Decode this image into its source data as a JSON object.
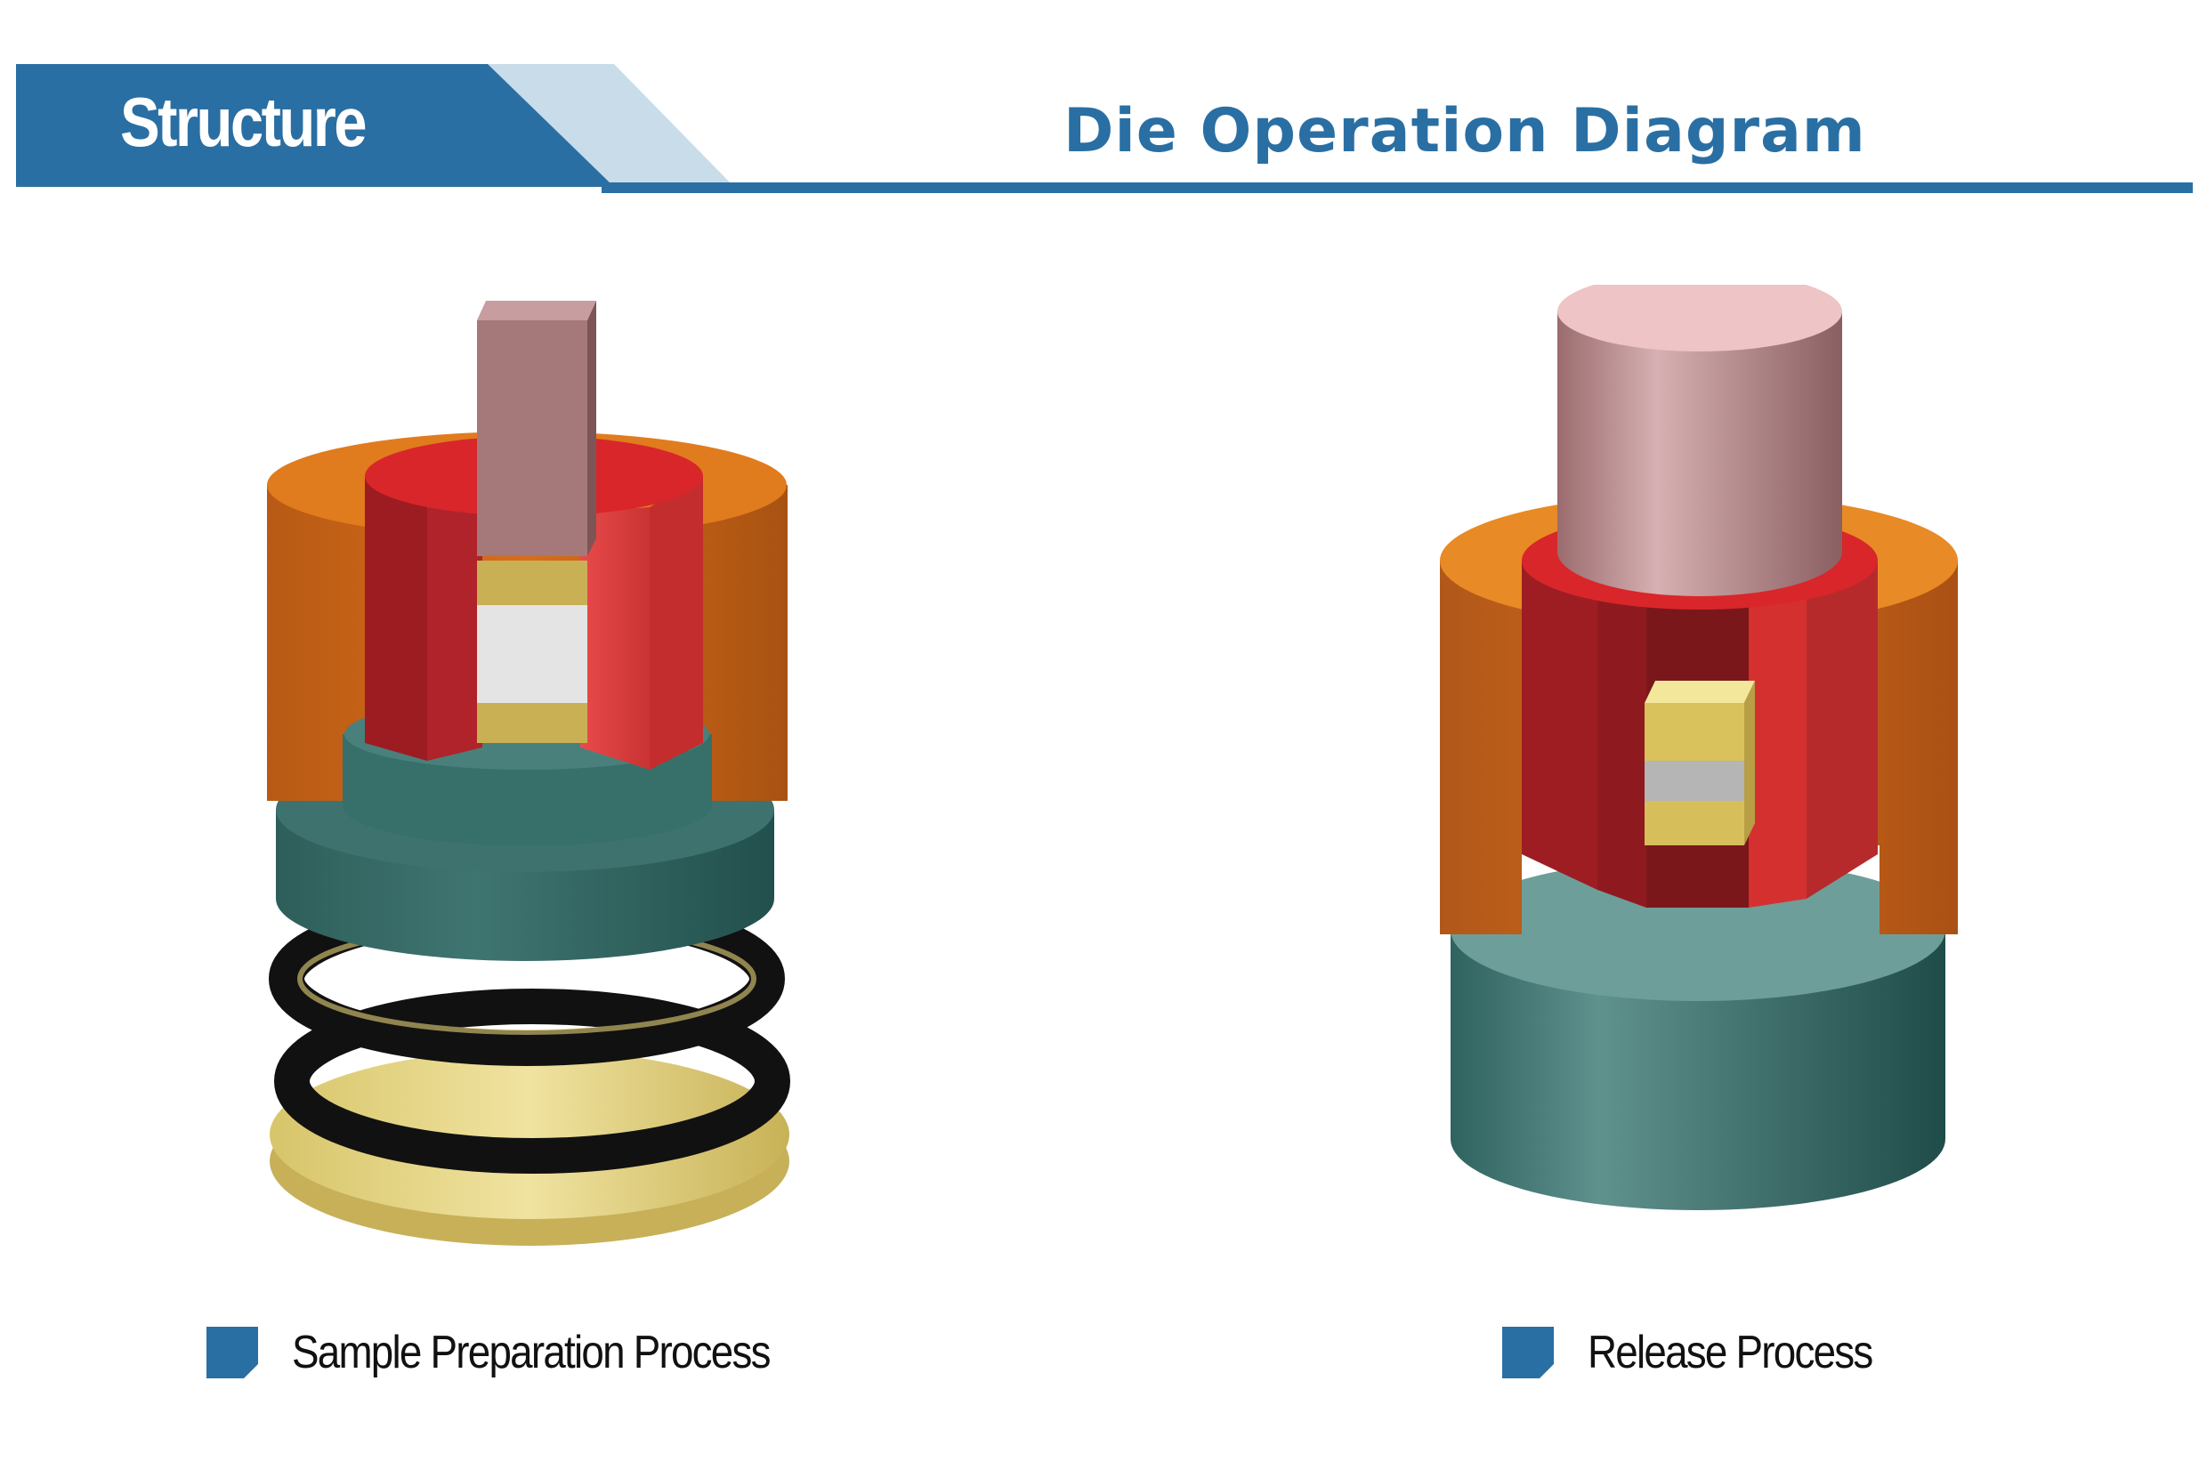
{
  "header": {
    "section_tag": "Structure",
    "title": "Die Operation Diagram"
  },
  "figures": [
    {
      "caption": "Sample Preparation Process"
    },
    {
      "caption": "Release Process"
    }
  ],
  "colors": {
    "brand_blue": "#2a6fa3",
    "light_blue": "#c8dcea",
    "outer_sleeve": "#e07b1e",
    "inner_die": "#d6282b",
    "punch": "#a5787a",
    "base": "#2c5e5a",
    "spring": "#111111",
    "washer": "#e6d27a",
    "sample_gold": "#c9b055",
    "sample_silver": "#d9d9d9"
  }
}
